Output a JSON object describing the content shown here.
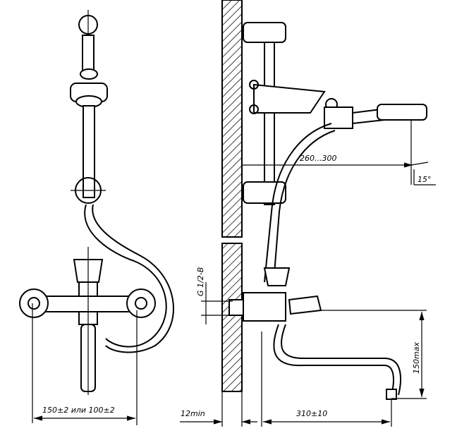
{
  "dimensions": {
    "reach": "260...300",
    "angle": "15°",
    "thread": "G 1/2-B",
    "spout_height": "150max",
    "center_distance": "150±2 или 100±2",
    "wall_gap": "12min",
    "spout_length": "310±10"
  }
}
